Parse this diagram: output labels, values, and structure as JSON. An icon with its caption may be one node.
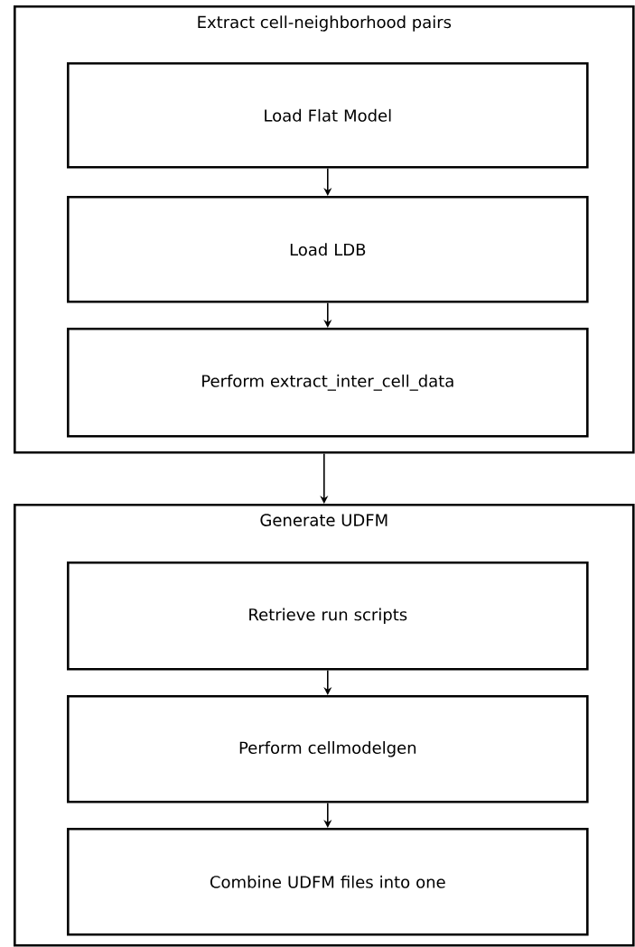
{
  "diagram": {
    "nodes": [
      {
        "text": [
          "Extract cell-neighborhood pairs"
        ]
      },
      {
        "text": [
          "Load Flat Model"
        ],
        "in": 0
      },
      {
        "text": [
          "Load LDB"
        ],
        "in": 0
      },
      {
        "text": [
          "Perform extract_inter_cell_data"
        ],
        "in": 0
      },
      {
        "text": [
          "Generate UDFM"
        ]
      },
      {
        "text": [
          "Retrieve run scripts"
        ],
        "in": 4
      },
      {
        "text": [
          "Perform cellmodelgen"
        ],
        "in": 4
      },
      {
        "text": [
          "Combine UDFM files into one"
        ],
        "in": 4
      }
    ],
    "edges": [
      {
        "from": 1,
        "to": 2,
        "arrow": "to"
      },
      {
        "from": 2,
        "to": 3,
        "arrow": "to"
      },
      {
        "from": 0,
        "to": 4,
        "arrow": "to"
      },
      {
        "from": 5,
        "to": 6,
        "arrow": "to"
      },
      {
        "from": 6,
        "to": 7,
        "arrow": "to"
      }
    ]
  }
}
